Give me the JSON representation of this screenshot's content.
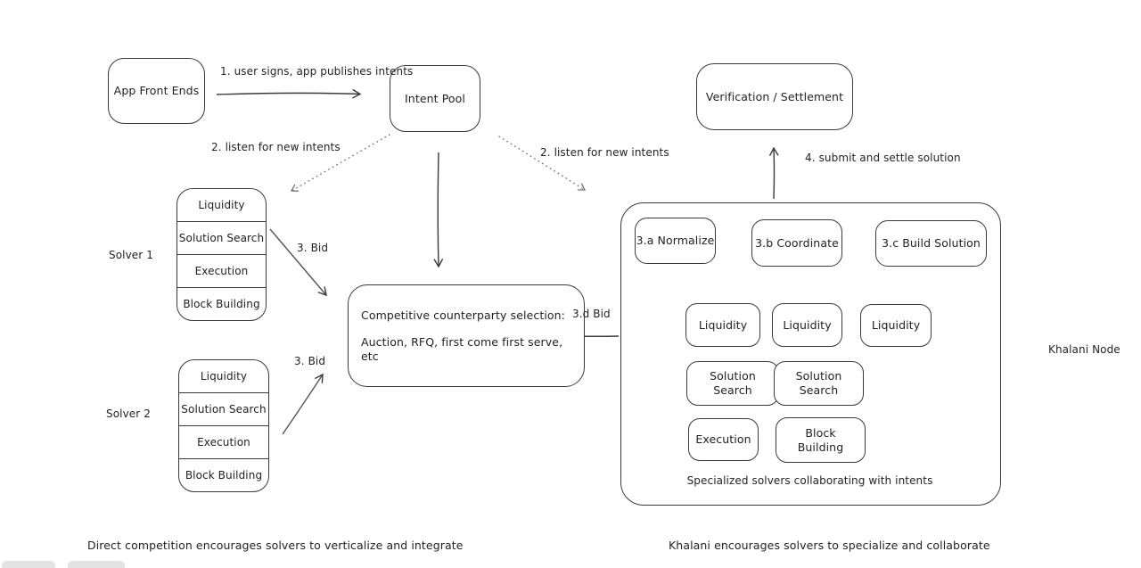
{
  "nodes": {
    "app_front_ends": "App Front Ends",
    "intent_pool": "Intent Pool",
    "verification_settlement": "Verification / Settlement",
    "competitive_selection": {
      "line1": "Competitive counterparty selection:",
      "line2": "Auction, RFQ, first come first serve, etc"
    }
  },
  "edges": {
    "publish": "1. user signs, app publishes intents",
    "listen_left": "2. listen for new intents",
    "listen_right": "2. listen for new intents",
    "bid_solver1": "3. Bid",
    "bid_solver2": "3. Bid",
    "bid_khalani": "3.d Bid",
    "submit_settle": "4. submit and settle solution"
  },
  "solver1": {
    "label": "Solver 1",
    "sections": [
      "Liquidity",
      "Solution Search",
      "Execution",
      "Block Building"
    ]
  },
  "solver2": {
    "label": "Solver 2",
    "sections": [
      "Liquidity",
      "Solution Search",
      "Execution",
      "Block Building"
    ]
  },
  "khalani": {
    "label": "Khalani Node",
    "pipeline": [
      "3.a Normalize",
      "3.b Coordinate",
      "3.c Build Solution"
    ],
    "liquidity": [
      "Liquidity",
      "Liquidity",
      "Liquidity"
    ],
    "solution_search": [
      "Solution Search",
      "Solution Search"
    ],
    "execution": "Execution",
    "block_building": "Block Building",
    "caption": "Specialized solvers collaborating with intents"
  },
  "footnotes": {
    "left": "Direct competition encourages solvers to verticalize and integrate",
    "right": "Khalani encourages solvers to specialize and collaborate"
  },
  "colors": {
    "stroke": "#3a3a3a",
    "dotted_stroke": "#6b6b6b",
    "text": "#1f1f1f",
    "background": "#ffffff"
  }
}
